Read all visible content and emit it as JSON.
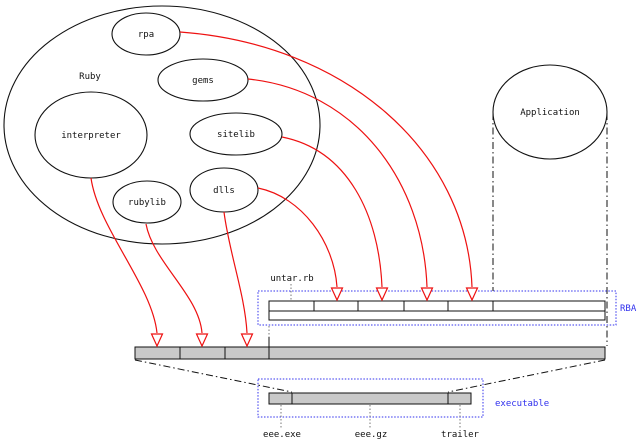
{
  "colors": {
    "arrow_red": "#ee1111",
    "annotation_blue": "#3030ee",
    "bar_gray": "#c9c9c9",
    "line_black": "#111111"
  },
  "ellipses": {
    "ruby": {
      "label": "Ruby"
    },
    "rpa": {
      "label": "rpa"
    },
    "gems": {
      "label": "gems"
    },
    "interpreter": {
      "label": "interpreter"
    },
    "sitelib": {
      "label": "sitelib"
    },
    "rubylib": {
      "label": "rubylib"
    },
    "dlls": {
      "label": "dlls"
    },
    "application": {
      "label": "Application"
    }
  },
  "archive": {
    "untar_label": "untar.rb",
    "rba_label": "RBA"
  },
  "executable": {
    "label": "executable",
    "segments": {
      "exe": "eee.exe",
      "gz": "eee.gz",
      "trailer": "trailer"
    }
  }
}
